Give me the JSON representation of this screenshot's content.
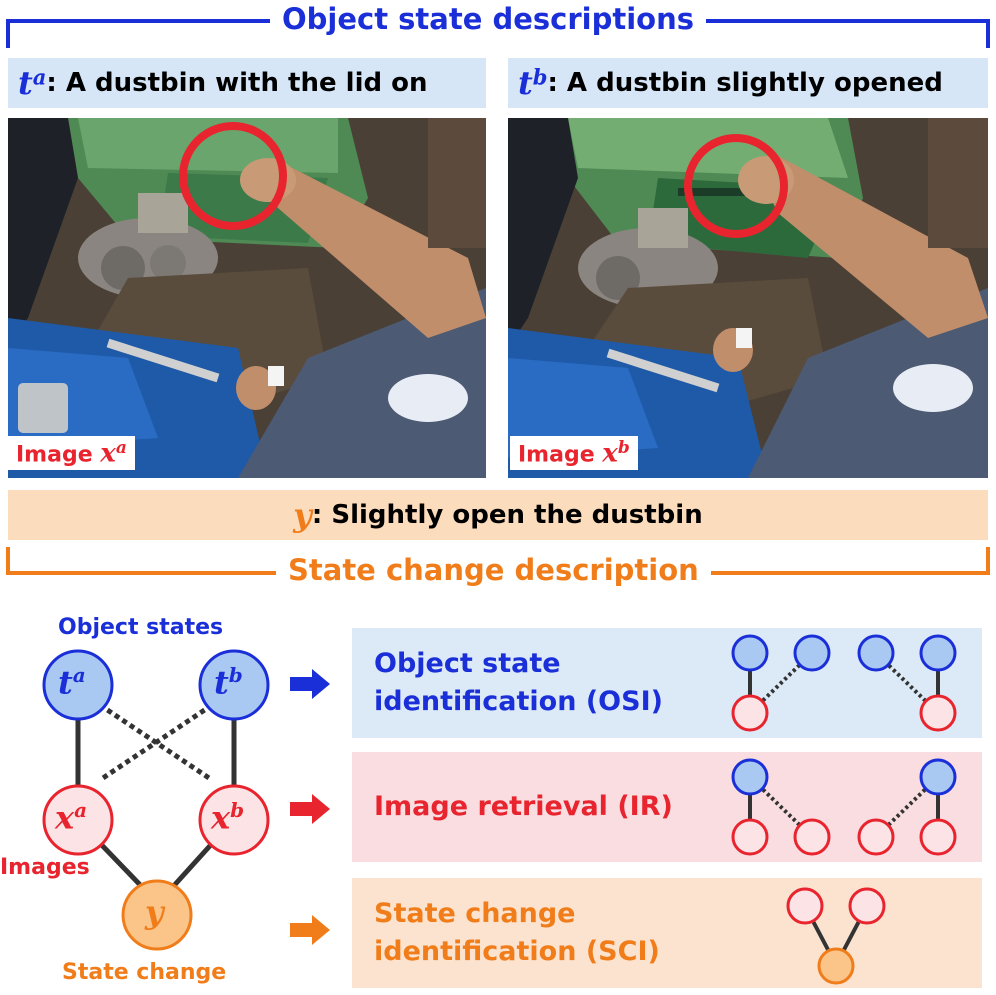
{
  "header": {
    "title": "Object state descriptions",
    "color": "#1a2fd8"
  },
  "state_a": {
    "symbol": "t",
    "sup": "a",
    "text": ": A dustbin with the lid on"
  },
  "state_b": {
    "symbol": "t",
    "sup": "b",
    "text": ": A dustbin slightly opened"
  },
  "image_a": {
    "prefix": "Image ",
    "symbol": "x",
    "sup": "a"
  },
  "image_b": {
    "prefix": "Image ",
    "symbol": "x",
    "sup": "b"
  },
  "change": {
    "symbol": "y",
    "text": ": Slightly open the dustbin",
    "bg": "#fbdcbc"
  },
  "footer": {
    "title": "State change description",
    "color": "#f07d1a"
  },
  "graph": {
    "object_states_label": "Object states",
    "images_label": "Images",
    "state_change_label": "State change",
    "node_ta": {
      "symbol": "t",
      "sup": "a"
    },
    "node_tb": {
      "symbol": "t",
      "sup": "b"
    },
    "node_xa": {
      "symbol": "x",
      "sup": "a"
    },
    "node_xb": {
      "symbol": "x",
      "sup": "b"
    },
    "node_y": {
      "symbol": "y"
    }
  },
  "tasks": [
    {
      "label_line1": "Object state",
      "label_line2": "identification (OSI)",
      "color": "#1a2fd8",
      "bg": "#dceaf8"
    },
    {
      "label_line1": "Image retrieval (IR)",
      "label_line2": "",
      "color": "#e8242e",
      "bg": "#f9dde1"
    },
    {
      "label_line1": "State change",
      "label_line2": "identification (SCI)",
      "color": "#f07d1a",
      "bg": "#fbe3cf"
    }
  ],
  "colors": {
    "blue_fill": "#a9c8f2",
    "blue_stroke": "#1a2fd8",
    "red_fill": "#fce4e6",
    "red_stroke": "#e8242e",
    "orange_fill": "#fbc489",
    "orange_stroke": "#f07d1a"
  }
}
